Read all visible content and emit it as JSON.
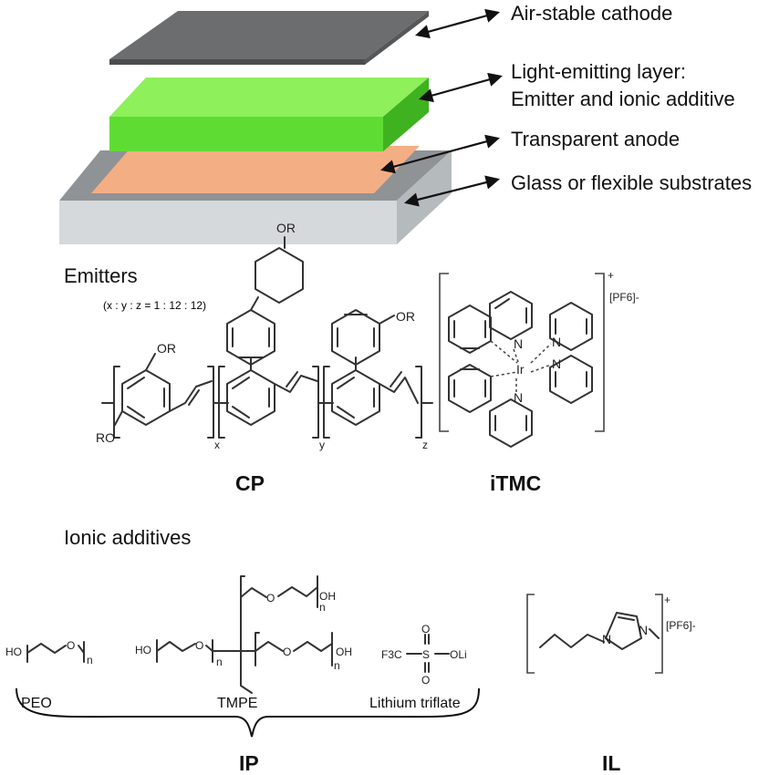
{
  "layers": {
    "cathode": "Air-stable cathode",
    "emitting_line1": "Light-emitting layer:",
    "emitting_line2": "Emitter and ionic additive",
    "anode": "Transparent anode",
    "substrate": "Glass or flexible substrates"
  },
  "colors": {
    "cathode": "#6b6d6e",
    "emitting": "#5fdc34",
    "anode": "#f4ae83",
    "substrate": "#d6d9db"
  },
  "emitters": {
    "heading": "Emitters",
    "ratio": "(x : y : z = 1 : 12 : 12)",
    "cp_label": "CP",
    "itmc_label": "iTMC",
    "or": "OR",
    "ro": "RO",
    "x": "x",
    "y": "y",
    "z": "z",
    "n": "N",
    "ir": "Ir",
    "plus": "+",
    "pf6": "[PF6]-"
  },
  "additives": {
    "heading": "Ionic additives",
    "peo": "PEO",
    "tmpe": "TMPE",
    "triflate": "Lithium triflate",
    "ip": "IP",
    "il": "IL",
    "ho": "HO",
    "o": "O",
    "oh": "OH",
    "n": "n",
    "f3c": "F3C",
    "s": "S",
    "oli": "OLi",
    "imid_n": "N",
    "plus": "+",
    "pf6": "[PF6]-"
  }
}
